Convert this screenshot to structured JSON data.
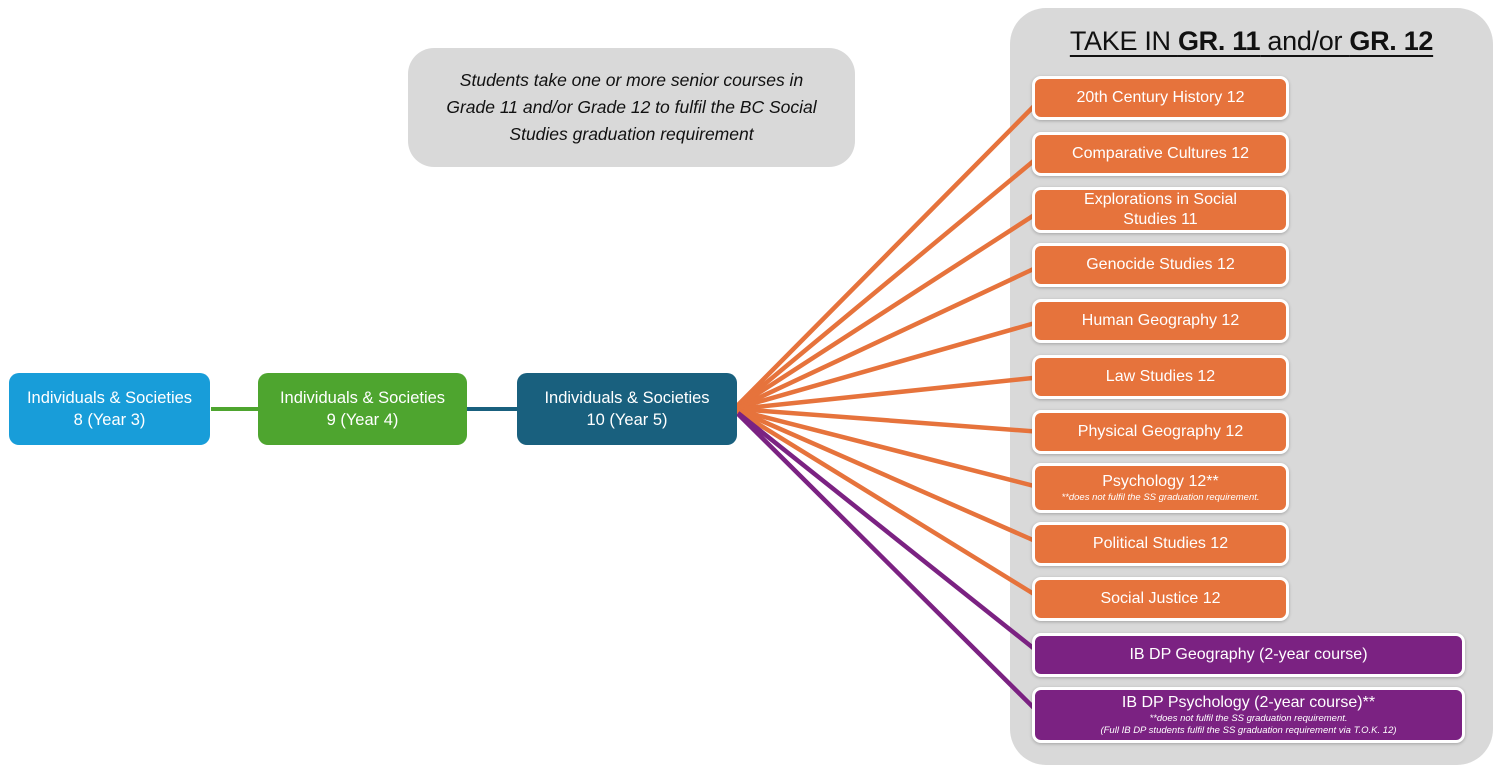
{
  "note": {
    "text": "Students take one or more senior courses in Grade 11 and/or Grade 12 to fulfil the BC Social Studies graduation requirement"
  },
  "pathway": [
    {
      "line1": "Individuals & Societies",
      "line2": "8 (Year 3)",
      "color": "#189dd9"
    },
    {
      "line1": "Individuals & Societies",
      "line2": "9 (Year 4)",
      "color": "#4ea52f"
    },
    {
      "line1": "Individuals & Societies",
      "line2": "10 (Year 5)",
      "color": "#19607e"
    }
  ],
  "panel": {
    "title": {
      "part1": "TAKE IN ",
      "part2": "GR. 11",
      "part3": " and/or ",
      "part4": "GR. 12"
    },
    "courses": [
      {
        "label": "20th Century History 12"
      },
      {
        "label": "Comparative Cultures 12"
      },
      {
        "label": "Explorations in Social Studies 11"
      },
      {
        "label": "Genocide Studies 12"
      },
      {
        "label": "Human Geography 12"
      },
      {
        "label": "Law Studies 12"
      },
      {
        "label": "Physical Geography 12"
      },
      {
        "label": "Psychology 12**",
        "note": "**does not fulfil the SS graduation requirement."
      },
      {
        "label": "Political Studies 12"
      },
      {
        "label": "Social Justice 12"
      },
      {
        "label": "IB DP Geography (2-year course)"
      },
      {
        "label": "IB DP Psychology (2-year course)**",
        "note": "**does not fulfil the SS graduation requirement.",
        "note2": "(Full IB DP students fulfil the SS graduation requirement via T.O.K. 12)"
      }
    ]
  },
  "colors": {
    "orange": "#e6733c",
    "purple": "#7b2282",
    "blue": "#189dd9",
    "green": "#4ea52f",
    "teal": "#19607e",
    "panel_gray": "#d9d9d9"
  }
}
